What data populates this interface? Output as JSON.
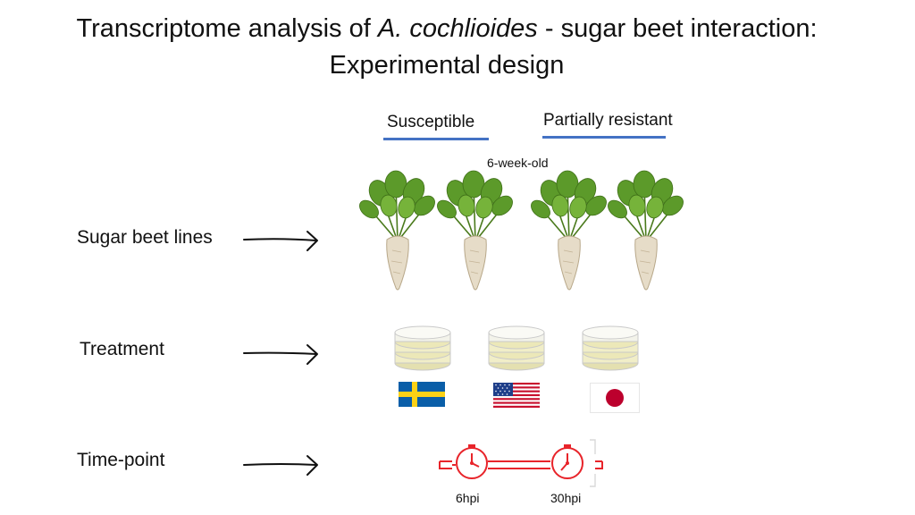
{
  "title": {
    "prefix": "Transcriptome analysis of ",
    "species": "A. cochlioides",
    "suffix": " - sugar beet interaction:",
    "line2": "Experimental design"
  },
  "groups": {
    "susceptible": "Susceptible",
    "partially_resistant": "Partially resistant"
  },
  "plant_age": "6-week-old",
  "rows": {
    "lines": "Sugar beet lines",
    "treatment": "Treatment",
    "timepoint": "Time-point"
  },
  "timepoints": [
    "6hpi",
    "30hpi"
  ],
  "colors": {
    "accent_blue": "#4472c4",
    "timeline_red": "#e8242a"
  },
  "icons": [
    "sugar-beet-plant-icon",
    "petri-dish-stack-icon",
    "flag-sweden-icon",
    "flag-usa-icon",
    "flag-japan-icon",
    "clock-icon",
    "arrow-icon"
  ]
}
